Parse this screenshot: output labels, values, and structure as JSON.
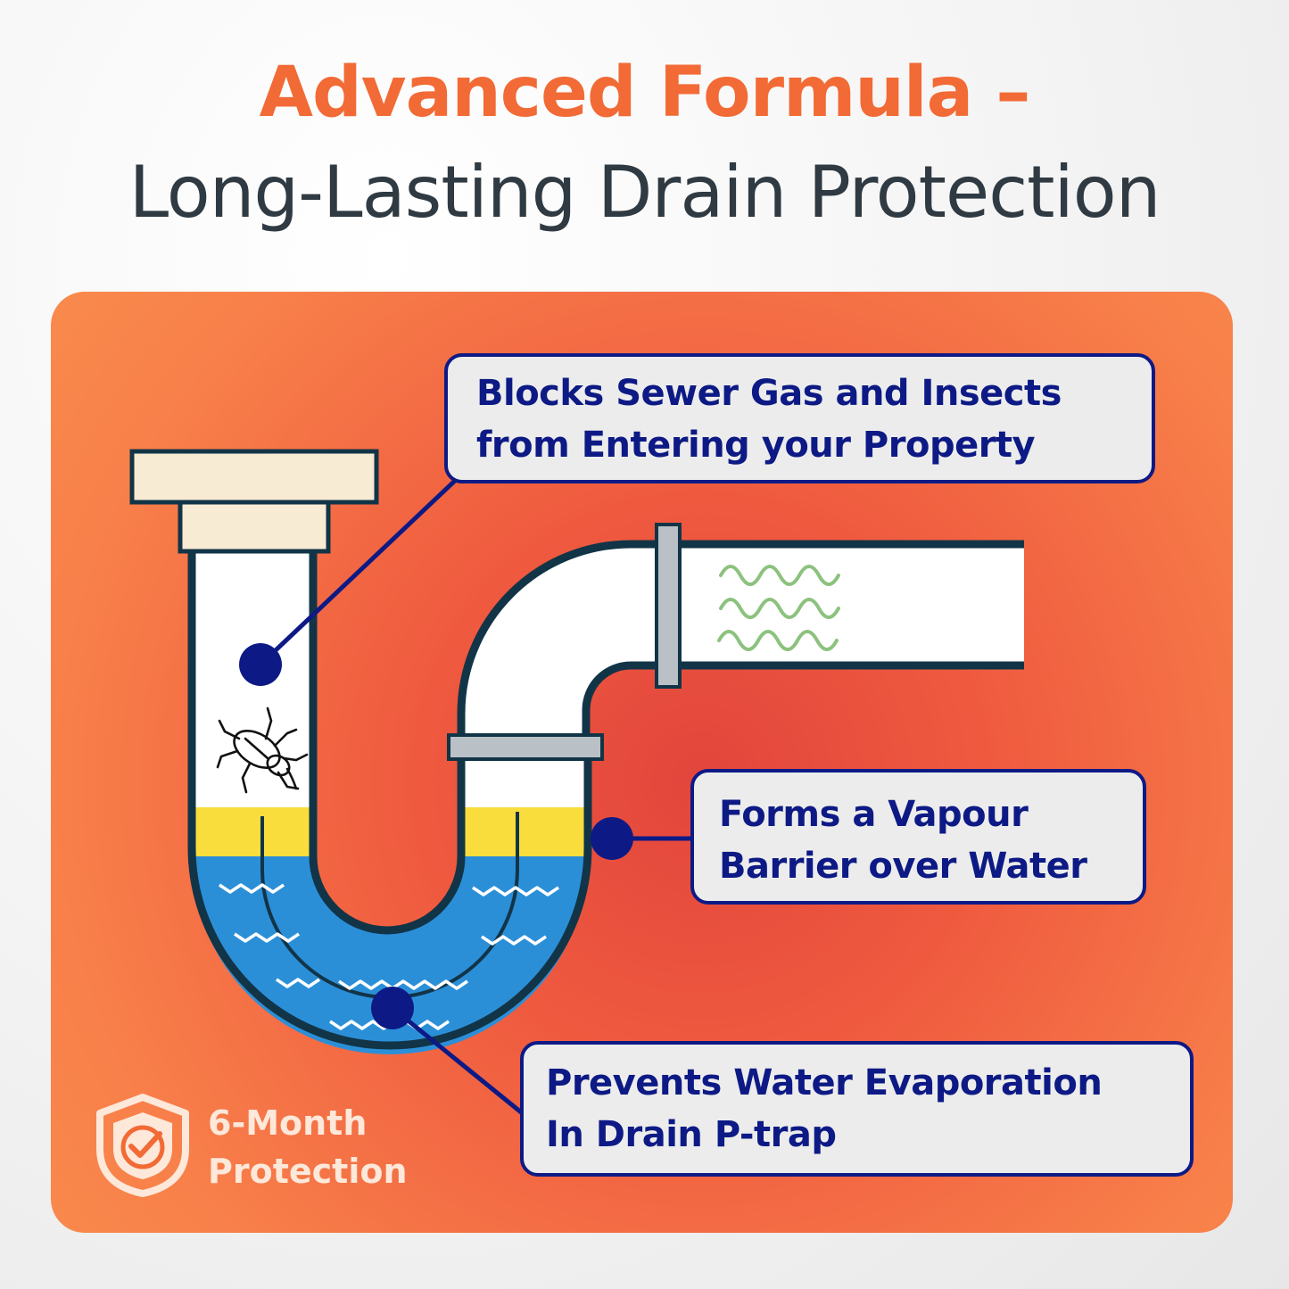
{
  "header": {
    "line1": "Advanced Formula –",
    "line2": "Long-Lasting Drain Protection"
  },
  "callouts": {
    "top": {
      "line1": "Blocks Sewer Gas and Insects",
      "line2": "from Entering your Property"
    },
    "middle": {
      "line1": "Forms a Vapour",
      "line2": "Barrier over Water"
    },
    "bottom": {
      "line1": "Prevents Water Evaporation",
      "line2": "In Drain P-trap"
    }
  },
  "badge": {
    "line1": "6-Month",
    "line2": "Protection",
    "icon": "shield-check-icon"
  },
  "colors": {
    "accent_orange": "#f26a35",
    "title_dark": "#2f3a42",
    "callout_navy": "#0d1a85",
    "water_blue": "#2b8fd8",
    "barrier_yellow": "#f9dd3c"
  }
}
